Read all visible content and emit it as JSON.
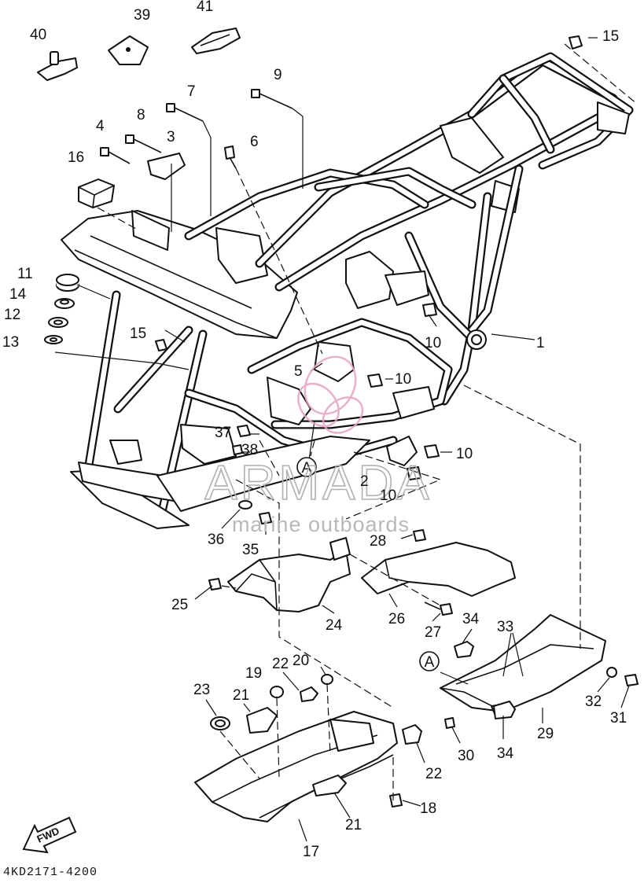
{
  "diagram": {
    "part_code": "4KD2171-4200",
    "callouts": [
      "1",
      "2",
      "3",
      "4",
      "5",
      "6",
      "7",
      "8",
      "9",
      "10",
      "11",
      "12",
      "13",
      "14",
      "15",
      "16",
      "17",
      "18",
      "19",
      "20",
      "21",
      "22",
      "23",
      "24",
      "25",
      "26",
      "27",
      "28",
      "29",
      "30",
      "31",
      "32",
      "33",
      "34",
      "35",
      "36",
      "37",
      "38",
      "39",
      "40",
      "41"
    ],
    "reference_marker": "A",
    "direction_badge": "FWD"
  },
  "watermark": {
    "brand": "ARMADA",
    "tagline": "marine outboards",
    "accent_color": "#e6a3c4"
  }
}
